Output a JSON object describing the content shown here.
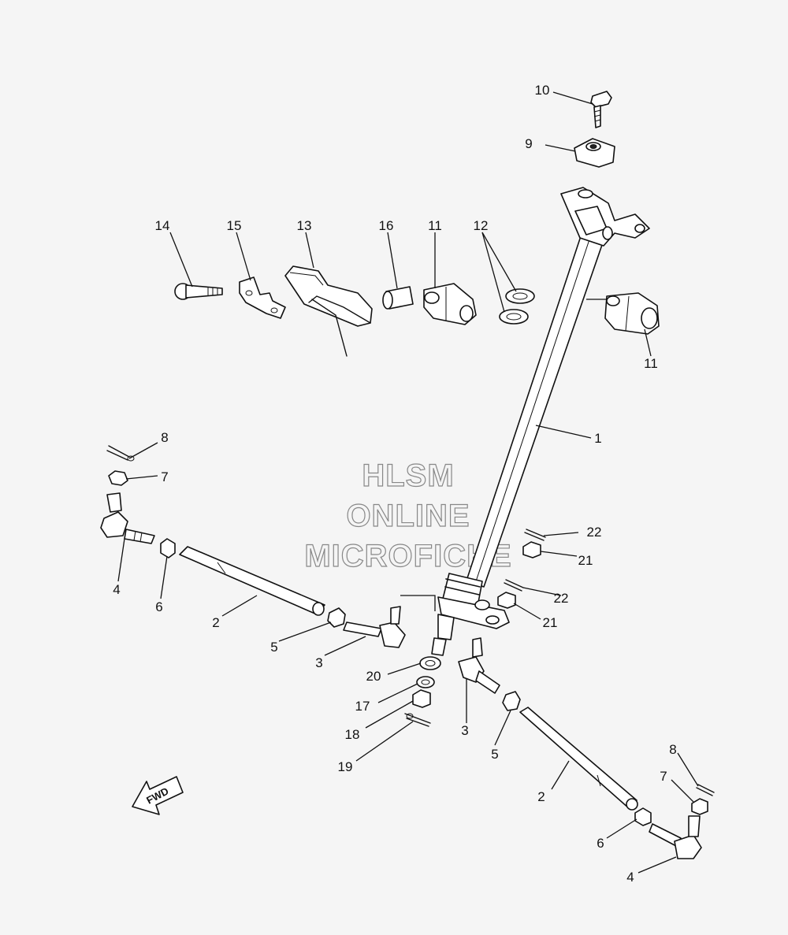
{
  "watermark": {
    "line1": "HLSM",
    "line2": "ONLINE",
    "line3": "MICROFICHE"
  },
  "direction_badge": {
    "label": "FWD"
  },
  "callouts": {
    "c1": "1",
    "c2_left": "2",
    "c2_right": "2",
    "c3_left": "3",
    "c3_right": "3",
    "c4_left": "4",
    "c4_right": "4",
    "c5_left": "5",
    "c5_right": "5",
    "c6_left": "6",
    "c6_right": "6",
    "c7_left": "7",
    "c7_right": "7",
    "c8_left": "8",
    "c8_right": "8",
    "c9": "9",
    "c10": "10",
    "c11_top": "11",
    "c11_right": "11",
    "c12": "12",
    "c13": "13",
    "c14": "14",
    "c15": "15",
    "c16": "16",
    "c17": "17",
    "c18": "18",
    "c19": "19",
    "c20": "20",
    "c21_upper": "21",
    "c21_lower": "21",
    "c22_upper": "22",
    "c22_lower": "22"
  }
}
